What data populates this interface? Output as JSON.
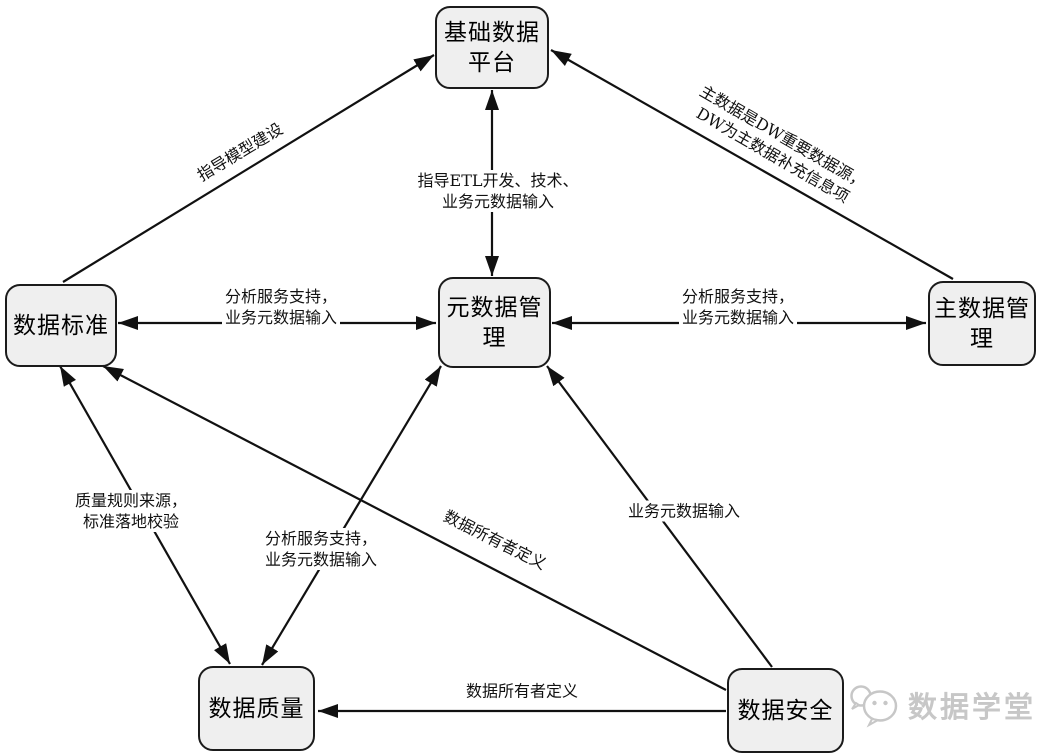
{
  "diagram": {
    "background_color": "#ffffff",
    "node_fill_color": "#efefef",
    "line_color": "#111111",
    "nodes": {
      "platform": {
        "line1": "基础数据",
        "line2": "平台"
      },
      "standard": {
        "line1": "数据标准"
      },
      "metadata": {
        "line1": "元数据管",
        "line2": "理"
      },
      "master": {
        "line1": "主数据管",
        "line2": "理"
      },
      "quality": {
        "line1": "数据质量"
      },
      "security": {
        "line1": "数据安全"
      }
    },
    "labels": {
      "guide_model": "指导模型建设",
      "master_dw_1": "主数据是DW重要数据源，",
      "master_dw_2": "DW为主数据补充信息项",
      "etl_1": "指导ETL开发、技术、",
      "etl_2": "业务元数据输入",
      "analysis_left_1": "分析服务支持，",
      "analysis_left_2": "业务元数据输入",
      "analysis_right_1": "分析服务支持，",
      "analysis_right_2": "业务元数据输入",
      "quality_rule_1": "质量规则来源，",
      "quality_rule_2": "标准落地校验",
      "analysis_quality_1": "分析服务支持，",
      "analysis_quality_2": "业务元数据输入",
      "owner_diagonal": "数据所有者定义",
      "biz_meta_input": "业务元数据输入",
      "owner_horizontal": "数据所有者定义"
    },
    "watermark": {
      "text": "数据学堂"
    }
  }
}
